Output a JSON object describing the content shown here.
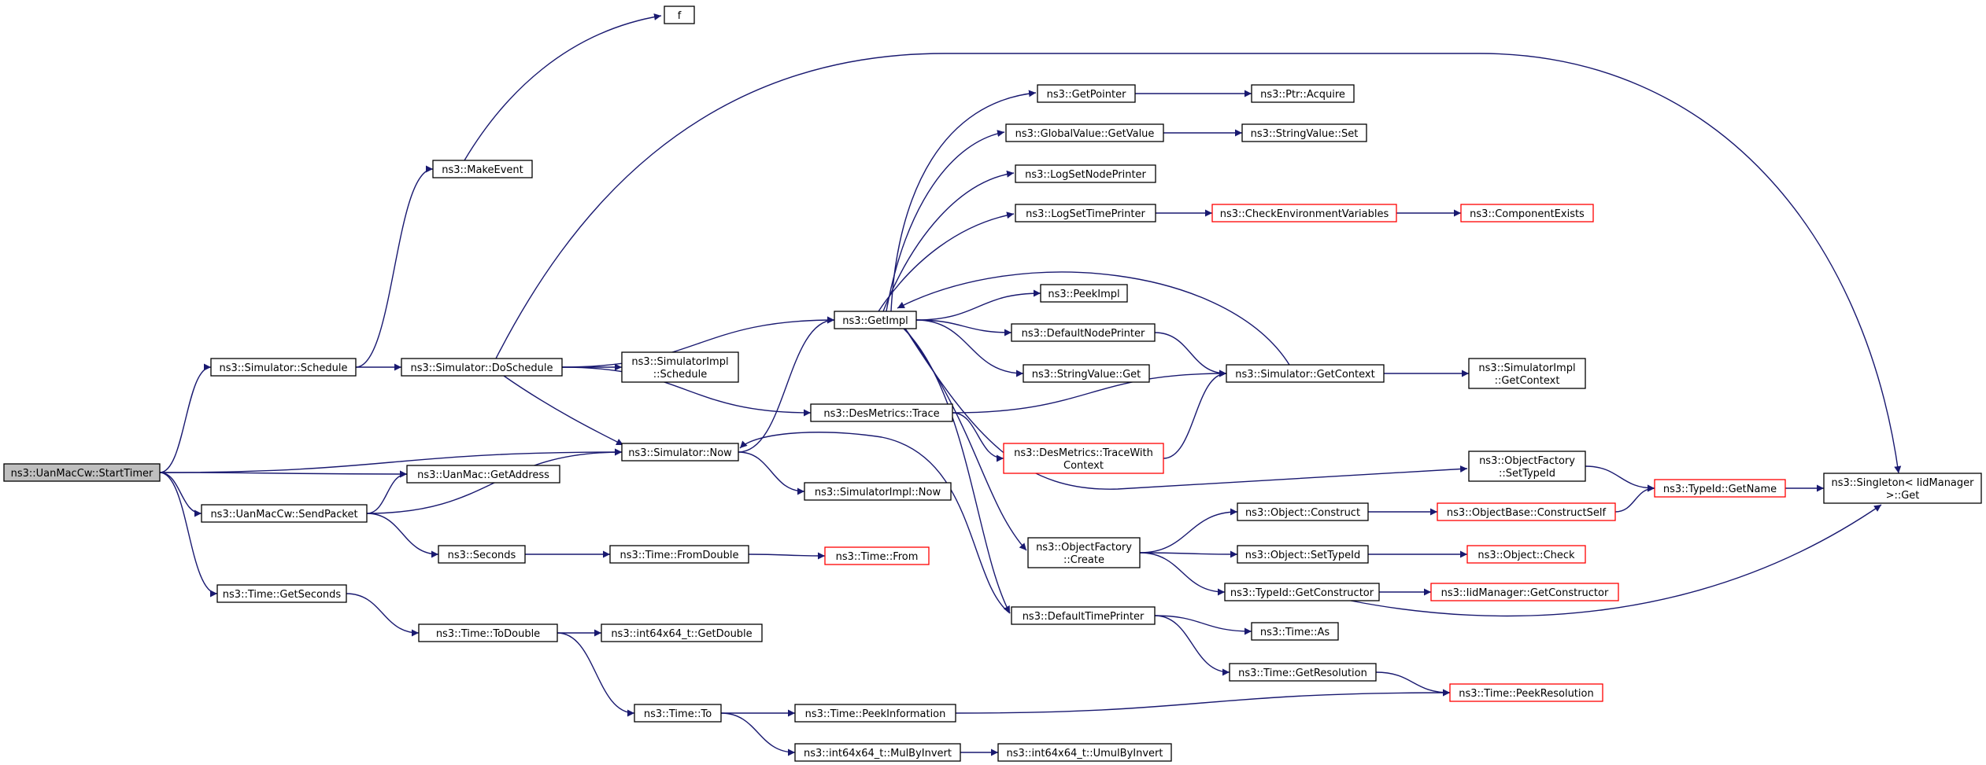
{
  "graph": {
    "nodes": [
      {
        "id": "n_start",
        "lines": [
          "ns3::UanMacCw::StartTimer"
        ],
        "style": "root"
      },
      {
        "id": "n_schedule",
        "lines": [
          "ns3::Simulator::Schedule"
        ],
        "style": "black"
      },
      {
        "id": "n_makeevent",
        "lines": [
          "ns3::MakeEvent"
        ],
        "style": "black"
      },
      {
        "id": "n_f",
        "lines": [
          "f"
        ],
        "style": "black"
      },
      {
        "id": "n_doschedule",
        "lines": [
          "ns3::Simulator::DoSchedule"
        ],
        "style": "black"
      },
      {
        "id": "n_getimpl",
        "lines": [
          "ns3::GetImpl"
        ],
        "style": "black"
      },
      {
        "id": "n_getpointer",
        "lines": [
          "ns3::GetPointer"
        ],
        "style": "black"
      },
      {
        "id": "n_ptracquire",
        "lines": [
          "ns3::Ptr::Acquire"
        ],
        "style": "black"
      },
      {
        "id": "n_gvgetvalue",
        "lines": [
          "ns3::GlobalValue::GetValue"
        ],
        "style": "black"
      },
      {
        "id": "n_svset",
        "lines": [
          "ns3::StringValue::Set"
        ],
        "style": "black"
      },
      {
        "id": "n_logsetnode",
        "lines": [
          "ns3::LogSetNodePrinter"
        ],
        "style": "black"
      },
      {
        "id": "n_logsettime",
        "lines": [
          "ns3::LogSetTimePrinter"
        ],
        "style": "black"
      },
      {
        "id": "n_checkenv",
        "lines": [
          "ns3::CheckEnvironmentVariables"
        ],
        "style": "red"
      },
      {
        "id": "n_compexists",
        "lines": [
          "ns3::ComponentExists"
        ],
        "style": "red"
      },
      {
        "id": "n_peekimpl",
        "lines": [
          "ns3::PeekImpl"
        ],
        "style": "black"
      },
      {
        "id": "n_defnodeprinter",
        "lines": [
          "ns3::DefaultNodePrinter"
        ],
        "style": "black"
      },
      {
        "id": "n_svget",
        "lines": [
          "ns3::StringValue::Get"
        ],
        "style": "black"
      },
      {
        "id": "n_simgetcontext",
        "lines": [
          "ns3::Simulator::GetContext"
        ],
        "style": "black"
      },
      {
        "id": "n_simimplgetcontext",
        "lines": [
          "ns3::SimulatorImpl",
          "::GetContext"
        ],
        "style": "black"
      },
      {
        "id": "n_simimplschedule",
        "lines": [
          "ns3::SimulatorImpl",
          "::Schedule"
        ],
        "style": "black"
      },
      {
        "id": "n_desmetricstrace",
        "lines": [
          "ns3::DesMetrics::Trace"
        ],
        "style": "black"
      },
      {
        "id": "n_tracewithcontext",
        "lines": [
          "ns3::DesMetrics::TraceWith",
          "Context"
        ],
        "style": "red"
      },
      {
        "id": "n_simnow",
        "lines": [
          "ns3::Simulator::Now"
        ],
        "style": "black"
      },
      {
        "id": "n_simimplnow",
        "lines": [
          "ns3::SimulatorImpl::Now"
        ],
        "style": "black"
      },
      {
        "id": "n_ofsettypeid",
        "lines": [
          "ns3::ObjectFactory",
          "::SetTypeId"
        ],
        "style": "black"
      },
      {
        "id": "n_typeidgetname",
        "lines": [
          "ns3::TypeId::GetName"
        ],
        "style": "red"
      },
      {
        "id": "n_singletonget",
        "lines": [
          "ns3::Singleton< IidManager",
          " >::Get"
        ],
        "style": "black"
      },
      {
        "id": "n_uangetaddress",
        "lines": [
          "ns3::UanMac::GetAddress"
        ],
        "style": "black"
      },
      {
        "id": "n_sendpacket",
        "lines": [
          "ns3::UanMacCw::SendPacket"
        ],
        "style": "black"
      },
      {
        "id": "n_seconds",
        "lines": [
          "ns3::Seconds"
        ],
        "style": "black"
      },
      {
        "id": "n_fromdouble",
        "lines": [
          "ns3::Time::FromDouble"
        ],
        "style": "black"
      },
      {
        "id": "n_timefrom",
        "lines": [
          "ns3::Time::From"
        ],
        "style": "red"
      },
      {
        "id": "n_ofcreate",
        "lines": [
          "ns3::ObjectFactory",
          "::Create"
        ],
        "style": "black"
      },
      {
        "id": "n_objconstruct",
        "lines": [
          "ns3::Object::Construct"
        ],
        "style": "black"
      },
      {
        "id": "n_constructself",
        "lines": [
          "ns3::ObjectBase::ConstructSelf"
        ],
        "style": "red"
      },
      {
        "id": "n_objsettypeid",
        "lines": [
          "ns3::Object::SetTypeId"
        ],
        "style": "black"
      },
      {
        "id": "n_objcheck",
        "lines": [
          "ns3::Object::Check"
        ],
        "style": "red"
      },
      {
        "id": "n_typeidgetctor",
        "lines": [
          "ns3::TypeId::GetConstructor"
        ],
        "style": "black"
      },
      {
        "id": "n_iidgetctor",
        "lines": [
          "ns3::IidManager::GetConstructor"
        ],
        "style": "red"
      },
      {
        "id": "n_timegetseconds",
        "lines": [
          "ns3::Time::GetSeconds"
        ],
        "style": "black"
      },
      {
        "id": "n_deftimeprinter",
        "lines": [
          "ns3::DefaultTimePrinter"
        ],
        "style": "black"
      },
      {
        "id": "n_timeas",
        "lines": [
          "ns3::Time::As"
        ],
        "style": "black"
      },
      {
        "id": "n_timetodouble",
        "lines": [
          "ns3::Time::ToDouble"
        ],
        "style": "black"
      },
      {
        "id": "n_getdouble",
        "lines": [
          "ns3::int64x64_t::GetDouble"
        ],
        "style": "black"
      },
      {
        "id": "n_timegetres",
        "lines": [
          "ns3::Time::GetResolution"
        ],
        "style": "black"
      },
      {
        "id": "n_peekres",
        "lines": [
          "ns3::Time::PeekResolution"
        ],
        "style": "red"
      },
      {
        "id": "n_timeto",
        "lines": [
          "ns3::Time::To"
        ],
        "style": "black"
      },
      {
        "id": "n_peekinfo",
        "lines": [
          "ns3::Time::PeekInformation"
        ],
        "style": "black"
      },
      {
        "id": "n_mulbyinvert",
        "lines": [
          "ns3::int64x64_t::MulByInvert"
        ],
        "style": "black"
      },
      {
        "id": "n_umulbyinvert",
        "lines": [
          "ns3::int64x64_t::UmulByInvert"
        ],
        "style": "black"
      }
    ],
    "edges": [
      [
        "n_start",
        "n_schedule"
      ],
      [
        "n_start",
        "n_simnow"
      ],
      [
        "n_start",
        "n_uangetaddress"
      ],
      [
        "n_start",
        "n_sendpacket"
      ],
      [
        "n_start",
        "n_timegetseconds"
      ],
      [
        "n_schedule",
        "n_makeevent"
      ],
      [
        "n_schedule",
        "n_doschedule"
      ],
      [
        "n_makeevent",
        "n_f"
      ],
      [
        "n_doschedule",
        "n_singletonget"
      ],
      [
        "n_doschedule",
        "n_getimpl"
      ],
      [
        "n_doschedule",
        "n_simimplschedule"
      ],
      [
        "n_doschedule",
        "n_desmetricstrace"
      ],
      [
        "n_doschedule",
        "n_simnow"
      ],
      [
        "n_getimpl",
        "n_getpointer"
      ],
      [
        "n_getimpl",
        "n_gvgetvalue"
      ],
      [
        "n_getimpl",
        "n_logsetnode"
      ],
      [
        "n_getimpl",
        "n_logsettime"
      ],
      [
        "n_getimpl",
        "n_peekimpl"
      ],
      [
        "n_getimpl",
        "n_defnodeprinter"
      ],
      [
        "n_getimpl",
        "n_svget"
      ],
      [
        "n_getimpl",
        "n_ofsettypeid"
      ],
      [
        "n_getimpl",
        "n_ofcreate"
      ],
      [
        "n_getimpl",
        "n_deftimeprinter"
      ],
      [
        "n_getpointer",
        "n_ptracquire"
      ],
      [
        "n_gvgetvalue",
        "n_svset"
      ],
      [
        "n_logsettime",
        "n_checkenv"
      ],
      [
        "n_checkenv",
        "n_compexists"
      ],
      [
        "n_defnodeprinter",
        "n_simgetcontext"
      ],
      [
        "n_simgetcontext",
        "n_getimpl"
      ],
      [
        "n_simgetcontext",
        "n_simimplgetcontext"
      ],
      [
        "n_desmetricstrace",
        "n_simgetcontext"
      ],
      [
        "n_desmetricstrace",
        "n_tracewithcontext"
      ],
      [
        "n_tracewithcontext",
        "n_simgetcontext"
      ],
      [
        "n_simnow",
        "n_getimpl"
      ],
      [
        "n_simnow",
        "n_simimplnow"
      ],
      [
        "n_ofsettypeid",
        "n_typeidgetname"
      ],
      [
        "n_typeidgetname",
        "n_singletonget"
      ],
      [
        "n_sendpacket",
        "n_uangetaddress"
      ],
      [
        "n_sendpacket",
        "n_simnow"
      ],
      [
        "n_sendpacket",
        "n_seconds"
      ],
      [
        "n_seconds",
        "n_fromdouble"
      ],
      [
        "n_fromdouble",
        "n_timefrom"
      ],
      [
        "n_ofcreate",
        "n_objconstruct"
      ],
      [
        "n_ofcreate",
        "n_objsettypeid"
      ],
      [
        "n_ofcreate",
        "n_typeidgetctor"
      ],
      [
        "n_objconstruct",
        "n_constructself"
      ],
      [
        "n_constructself",
        "n_typeidgetname"
      ],
      [
        "n_objsettypeid",
        "n_objcheck"
      ],
      [
        "n_typeidgetctor",
        "n_iidgetctor"
      ],
      [
        "n_typeidgetctor",
        "n_singletonget"
      ],
      [
        "n_timegetseconds",
        "n_timetodouble"
      ],
      [
        "n_deftimeprinter",
        "n_simnow"
      ],
      [
        "n_deftimeprinter",
        "n_timeas"
      ],
      [
        "n_deftimeprinter",
        "n_timegetres"
      ],
      [
        "n_timetodouble",
        "n_getdouble"
      ],
      [
        "n_timetodouble",
        "n_timeto"
      ],
      [
        "n_timegetres",
        "n_peekres"
      ],
      [
        "n_timeto",
        "n_peekinfo"
      ],
      [
        "n_timeto",
        "n_mulbyinvert"
      ],
      [
        "n_peekinfo",
        "n_peekres"
      ],
      [
        "n_mulbyinvert",
        "n_umulbyinvert"
      ]
    ]
  }
}
